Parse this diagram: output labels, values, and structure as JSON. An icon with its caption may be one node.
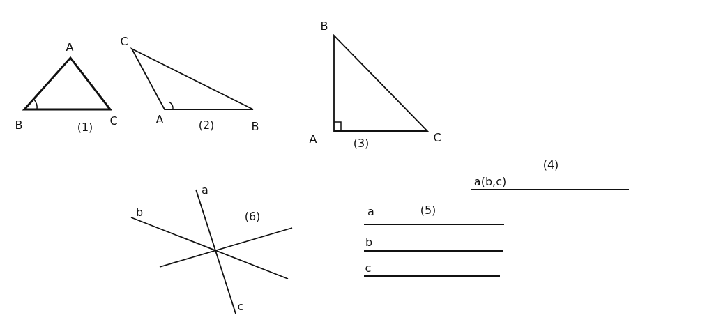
{
  "diagram": {
    "labels": [
      "A",
      "B",
      "C",
      "(1)",
      "C",
      "A",
      "(2)",
      "B",
      "B",
      "A",
      "C",
      "(3)",
      "(4)",
      "a(b,c)",
      "a",
      "b",
      "(6)",
      "c",
      "a",
      "(5)",
      "b",
      "c"
    ]
  }
}
